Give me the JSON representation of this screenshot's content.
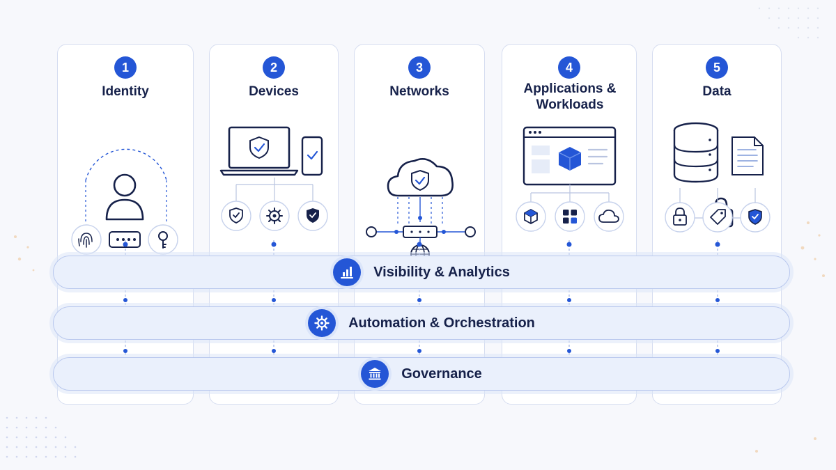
{
  "pillars": [
    {
      "number": "1",
      "title": "Identity",
      "icon": "identity-icon",
      "sub_icons": [
        "fingerprint-icon",
        "password-dots-icon",
        "key-icon"
      ]
    },
    {
      "number": "2",
      "title": "Devices",
      "icon": "devices-icon",
      "sub_icons": [
        "shield-check-icon",
        "gear-icon",
        "shield-filled-icon"
      ]
    },
    {
      "number": "3",
      "title": "Networks",
      "icon": "cloud-shield-icon",
      "sub_icons": [
        "network-node-icon",
        "globe-icon"
      ]
    },
    {
      "number": "4",
      "title": "Applications & Workloads",
      "icon": "browser-window-icon",
      "sub_icons": [
        "cube-icon",
        "app-grid-icon",
        "cloud-icon"
      ]
    },
    {
      "number": "5",
      "title": "Data",
      "icon": "database-icon",
      "sub_icons": [
        "lock-icon",
        "tag-icon",
        "shield-check-icon"
      ]
    }
  ],
  "layers": [
    {
      "label": "Visibility & Analytics",
      "icon": "analytics-chart-icon"
    },
    {
      "label": "Automation & Orchestration",
      "icon": "gear-icon"
    },
    {
      "label": "Governance",
      "icon": "institution-icon"
    }
  ],
  "colors": {
    "accent": "#2456d6",
    "dark": "#16214a",
    "band_fill": "#eaf0fc",
    "border": "#d6ddf0"
  }
}
